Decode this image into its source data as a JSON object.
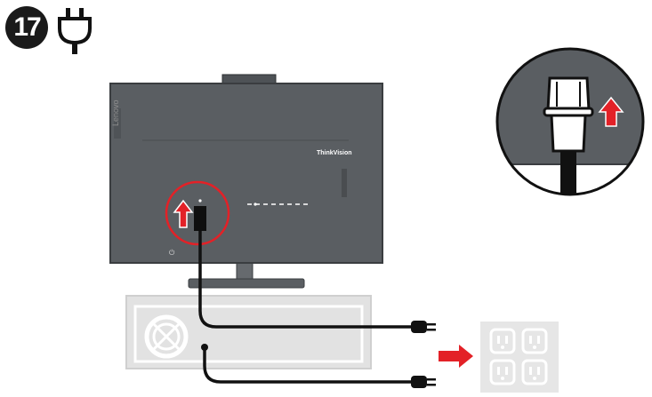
{
  "step": {
    "number": "17"
  },
  "icons": {
    "power": "power-plug-icon",
    "arrow": "red-arrow-icon",
    "outlet": "wall-outlet-icon",
    "fan": "fan-grille-icon"
  },
  "monitor": {
    "side_brand": "Lenovo",
    "front_brand": "ThinkVision",
    "button_label": "⏻"
  },
  "colors": {
    "monitor_body": "#5a5e62",
    "monitor_outline": "#3a3d40",
    "accent_red": "#e32127",
    "cable": "#111111",
    "outlet_panel": "#e6e6e6",
    "computer_box": "#e2e2e2"
  }
}
